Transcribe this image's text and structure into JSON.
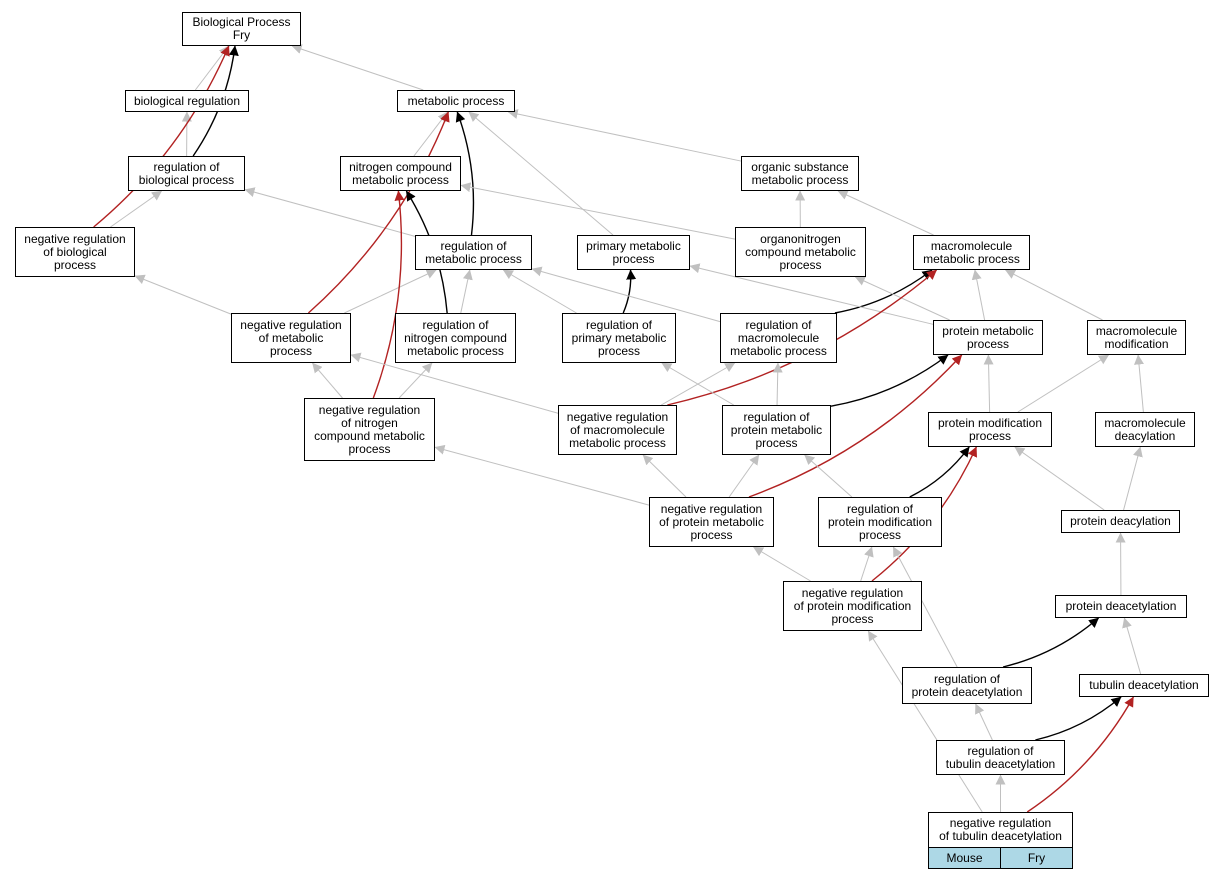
{
  "colors": {
    "is_a": "#c0c0c0",
    "regulates": "#000000",
    "negatively_regulates": "#b22222",
    "species_fill": "#add8e6"
  },
  "nodes": {
    "bp": "Biological Process\nFry",
    "bio_reg": "biological regulation",
    "metab": "metabolic process",
    "reg_bio": "regulation of\nbiological process",
    "nitro_metab": "nitrogen compound\nmetabolic process",
    "org_sub": "organic substance\nmetabolic process",
    "neg_bio": "negative regulation\nof biological\nprocess",
    "reg_metab": "regulation of\nmetabolic process",
    "prim_metab": "primary metabolic\nprocess",
    "organonitro": "organonitrogen\ncompound metabolic\nprocess",
    "macro_metab": "macromolecule\nmetabolic process",
    "neg_metab": "negative regulation\nof metabolic\nprocess",
    "reg_nitro": "regulation of\nnitrogen compound\nmetabolic process",
    "reg_prim": "regulation of\nprimary metabolic\nprocess",
    "reg_macro": "regulation of\nmacromolecule\nmetabolic process",
    "prot_metab": "protein metabolic\nprocess",
    "macro_mod": "macromolecule\nmodification",
    "neg_nitro": "negative regulation\nof nitrogen\ncompound metabolic\nprocess",
    "neg_macro": "negative regulation\nof macromolecule\nmetabolic process",
    "reg_prot_metab": "regulation of\nprotein metabolic\nprocess",
    "prot_mod": "protein modification\nprocess",
    "macro_deacyl": "macromolecule\ndeacylation",
    "neg_prot_metab": "negative regulation\nof protein metabolic\nprocess",
    "reg_prot_mod": "regulation of\nprotein modification\nprocess",
    "prot_deacyl": "protein deacylation",
    "neg_prot_mod": "negative regulation\nof protein modification\nprocess",
    "prot_deacet": "protein deacetylation",
    "reg_prot_deacet": "regulation of\nprotein deacetylation",
    "tub_deacet": "tubulin deacetylation",
    "reg_tub_deacet": "regulation of\ntubulin deacetylation",
    "neg_tub_deacet": "negative regulation\nof tubulin deacetylation"
  },
  "species": {
    "mouse": "Mouse",
    "fry": "Fry"
  },
  "edges": [
    [
      "bio_reg",
      "bp",
      "is_a"
    ],
    [
      "metab",
      "bp",
      "is_a"
    ],
    [
      "reg_bio",
      "bp",
      "regulates"
    ],
    [
      "reg_bio",
      "bio_reg",
      "is_a"
    ],
    [
      "neg_bio",
      "bp",
      "negatively_regulates"
    ],
    [
      "neg_bio",
      "reg_bio",
      "is_a"
    ],
    [
      "nitro_metab",
      "metab",
      "is_a"
    ],
    [
      "org_sub",
      "metab",
      "is_a"
    ],
    [
      "prim_metab",
      "metab",
      "is_a"
    ],
    [
      "reg_metab",
      "metab",
      "regulates"
    ],
    [
      "reg_metab",
      "reg_bio",
      "is_a"
    ],
    [
      "organonitro",
      "nitro_metab",
      "is_a"
    ],
    [
      "organonitro",
      "org_sub",
      "is_a"
    ],
    [
      "macro_metab",
      "org_sub",
      "is_a"
    ],
    [
      "neg_metab",
      "metab",
      "negatively_regulates"
    ],
    [
      "neg_metab",
      "neg_bio",
      "is_a"
    ],
    [
      "neg_metab",
      "reg_metab",
      "is_a"
    ],
    [
      "reg_nitro",
      "nitro_metab",
      "regulates"
    ],
    [
      "reg_nitro",
      "reg_metab",
      "is_a"
    ],
    [
      "reg_prim",
      "prim_metab",
      "regulates"
    ],
    [
      "reg_prim",
      "reg_metab",
      "is_a"
    ],
    [
      "reg_macro",
      "macro_metab",
      "regulates"
    ],
    [
      "reg_macro",
      "reg_metab",
      "is_a"
    ],
    [
      "prot_metab",
      "prim_metab",
      "is_a"
    ],
    [
      "prot_metab",
      "macro_metab",
      "is_a"
    ],
    [
      "prot_metab",
      "organonitro",
      "is_a"
    ],
    [
      "macro_mod",
      "macro_metab",
      "is_a"
    ],
    [
      "neg_nitro",
      "nitro_metab",
      "negatively_regulates"
    ],
    [
      "neg_nitro",
      "neg_metab",
      "is_a"
    ],
    [
      "neg_nitro",
      "reg_nitro",
      "is_a"
    ],
    [
      "neg_macro",
      "macro_metab",
      "negatively_regulates"
    ],
    [
      "neg_macro",
      "neg_metab",
      "is_a"
    ],
    [
      "neg_macro",
      "reg_macro",
      "is_a"
    ],
    [
      "reg_prot_metab",
      "prot_metab",
      "regulates"
    ],
    [
      "reg_prot_metab",
      "reg_macro",
      "is_a"
    ],
    [
      "reg_prot_metab",
      "reg_prim",
      "is_a"
    ],
    [
      "prot_mod",
      "prot_metab",
      "is_a"
    ],
    [
      "prot_mod",
      "macro_mod",
      "is_a"
    ],
    [
      "macro_deacyl",
      "macro_mod",
      "is_a"
    ],
    [
      "neg_prot_metab",
      "prot_metab",
      "negatively_regulates"
    ],
    [
      "neg_prot_metab",
      "neg_nitro",
      "is_a"
    ],
    [
      "neg_prot_metab",
      "neg_macro",
      "is_a"
    ],
    [
      "neg_prot_metab",
      "reg_prot_metab",
      "is_a"
    ],
    [
      "reg_prot_mod",
      "prot_mod",
      "regulates"
    ],
    [
      "reg_prot_mod",
      "reg_prot_metab",
      "is_a"
    ],
    [
      "prot_deacyl",
      "prot_mod",
      "is_a"
    ],
    [
      "prot_deacyl",
      "macro_deacyl",
      "is_a"
    ],
    [
      "neg_prot_mod",
      "prot_mod",
      "negatively_regulates"
    ],
    [
      "neg_prot_mod",
      "neg_prot_metab",
      "is_a"
    ],
    [
      "neg_prot_mod",
      "reg_prot_mod",
      "is_a"
    ],
    [
      "prot_deacet",
      "prot_deacyl",
      "is_a"
    ],
    [
      "reg_prot_deacet",
      "prot_deacet",
      "regulates"
    ],
    [
      "reg_prot_deacet",
      "reg_prot_mod",
      "is_a"
    ],
    [
      "tub_deacet",
      "prot_deacet",
      "is_a"
    ],
    [
      "reg_tub_deacet",
      "tub_deacet",
      "regulates"
    ],
    [
      "reg_tub_deacet",
      "reg_prot_deacet",
      "is_a"
    ],
    [
      "neg_tub_deacet",
      "tub_deacet",
      "negatively_regulates"
    ],
    [
      "neg_tub_deacet",
      "reg_tub_deacet",
      "is_a"
    ],
    [
      "neg_tub_deacet",
      "neg_prot_mod",
      "is_a"
    ]
  ]
}
